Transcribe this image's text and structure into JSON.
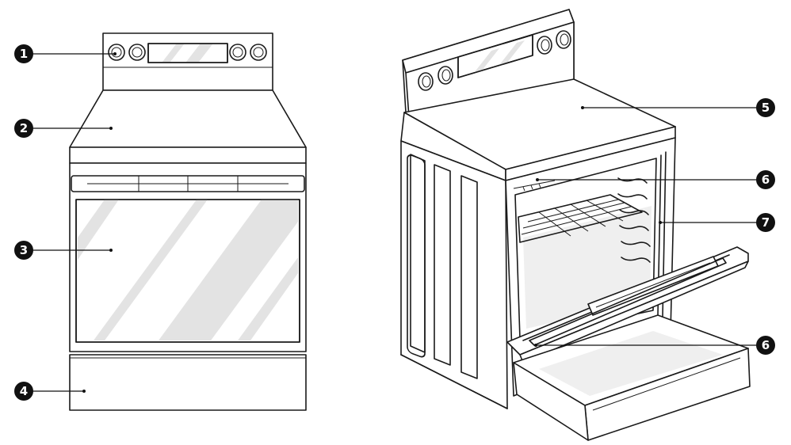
{
  "callouts": [
    {
      "number": "1"
    },
    {
      "number": "2"
    },
    {
      "number": "3"
    },
    {
      "number": "4"
    },
    {
      "number": "5"
    },
    {
      "number": "6"
    },
    {
      "number": "7"
    },
    {
      "number": "6"
    }
  ],
  "colors": {
    "line": "#1a1a1a",
    "callout_fill": "#111111",
    "glass_highlight": "#e3e3e3"
  }
}
